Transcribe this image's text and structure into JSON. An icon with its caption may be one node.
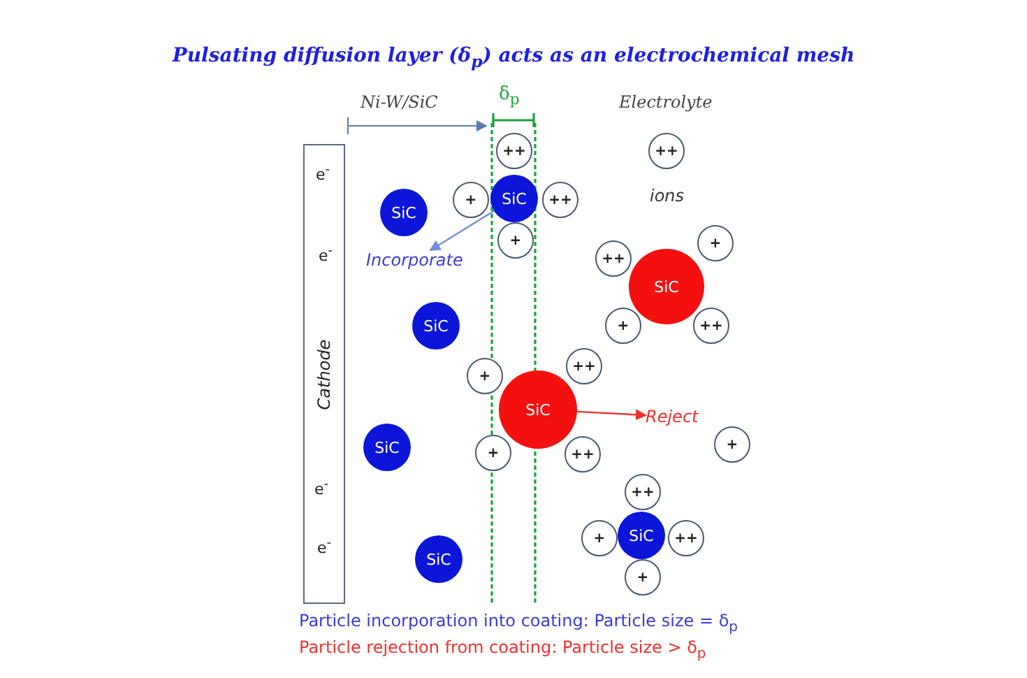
{
  "diagram": {
    "title": "Pulsating diffusion layer (δ$_{p}$) acts as an electrochemical mesh",
    "nodes": [
      {
        "text": [
          "Cathode"
        ]
      },
      {
        "text": [
          "++"
        ]
      },
      {
        "text": [
          "++"
        ]
      },
      {
        "text": [
          "+"
        ]
      },
      {
        "text": [
          "SiC"
        ]
      },
      {
        "text": [
          "++"
        ]
      },
      {
        "text": [
          "SiC"
        ]
      },
      {
        "text": [
          "+"
        ]
      },
      {
        "text": [
          "+"
        ]
      },
      {
        "text": [
          "++"
        ]
      },
      {
        "text": [
          "Incorporate"
        ]
      },
      {
        "text": [
          "SiC"
        ]
      },
      {
        "text": [
          "SiC"
        ]
      },
      {
        "text": [
          "+"
        ]
      },
      {
        "text": [
          "++"
        ]
      },
      {
        "text": [
          "++"
        ]
      },
      {
        "text": [
          "+"
        ]
      },
      {
        "text": [
          "SiC"
        ]
      },
      {
        "text": [
          "Reject"
        ]
      },
      {
        "text": [
          "+"
        ]
      },
      {
        "text": [
          "SiC"
        ]
      },
      {
        "text": [
          "+"
        ]
      },
      {
        "text": [
          "++"
        ]
      },
      {
        "text": [
          "++"
        ]
      },
      {
        "text": [
          "+"
        ]
      },
      {
        "text": [
          "SiC"
        ]
      },
      {
        "text": [
          "++"
        ]
      },
      {
        "text": [
          "SiC"
        ]
      },
      {
        "text": [
          "+"
        ]
      }
    ],
    "edges": [
      {
        "from": 4,
        "to": 10,
        "arrow": "to",
        "color": "#6f8fd8"
      },
      {
        "from": 17,
        "to": 18,
        "arrow": "to",
        "color": "#f03030"
      }
    ],
    "labels": [
      "Ni-W/SiC",
      "δ$_{p}$",
      "Electrolyte",
      "e$^{-}$",
      "ions",
      "e$^{-}$",
      "e$^{-}$",
      "e$^{-}$",
      "Particle incorporation into coating: Particle size = δ$_{p}$",
      "Particle rejection from coating: Particle size > δ$_{p}$"
    ]
  }
}
